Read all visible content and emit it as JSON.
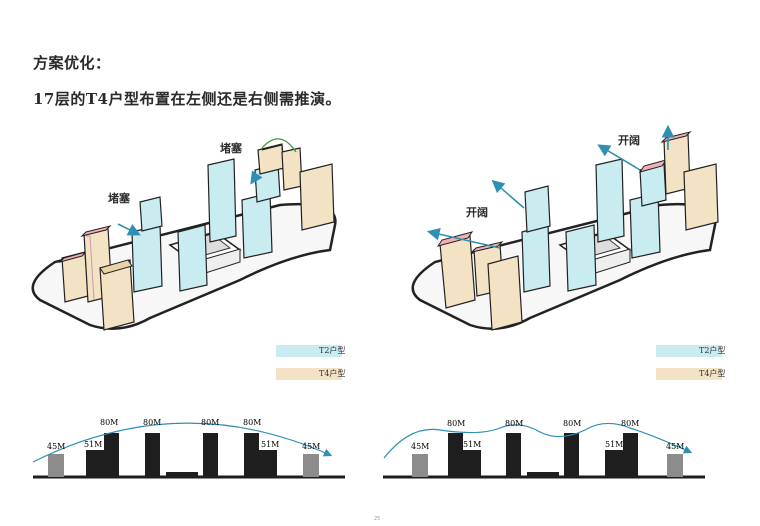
{
  "header": {
    "title": "方案优化：",
    "subtitle": "17层的T4户型布置在左侧还是右侧需推演。"
  },
  "colors": {
    "t2": "#c9ecf1",
    "t4": "#f3e3c4",
    "highlight": "#f2b0b5",
    "arrow": "#2f8fb5",
    "bar_dark": "#1e1e1e",
    "bar_grey": "#8c8c8c"
  },
  "left_panel": {
    "annotations": [
      "堵塞",
      "堵塞"
    ],
    "legend": [
      {
        "label": "T2户型",
        "color": "#c9ecf1"
      },
      {
        "label": "T4户型",
        "color": "#f3e3c4"
      }
    ],
    "profile": [
      "45M",
      "51M",
      "80M",
      "80M",
      "80M",
      "80M",
      "51M",
      "45M"
    ]
  },
  "right_panel": {
    "annotations": [
      "开阔",
      "开阔"
    ],
    "legend": [
      {
        "label": "T2户型",
        "color": "#c9ecf1"
      },
      {
        "label": "T4户型",
        "color": "#f3e3c4"
      }
    ],
    "profile": [
      "45M",
      "80M",
      "51M",
      "80M",
      "80M",
      "51M",
      "80M",
      "45M"
    ]
  },
  "page_number": "25"
}
